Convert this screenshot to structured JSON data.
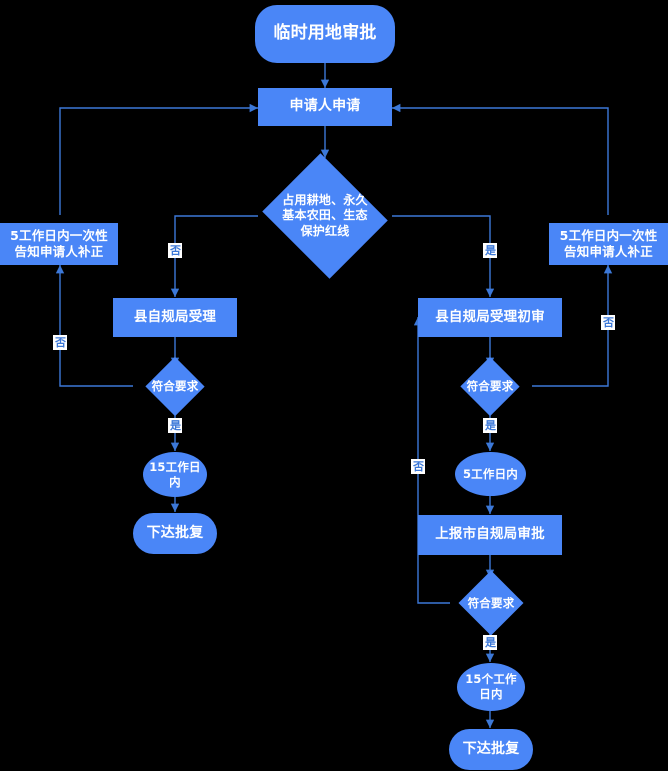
{
  "diagram": {
    "title": "临时用地审批",
    "colors": {
      "background": "#000000",
      "node_fill": "#4a86f7",
      "node_text": "#ffffff",
      "edge_line": "#3c78d8",
      "edge_label_text": "#3c78d8",
      "edge_label_bg": "#ffffff"
    },
    "nodes": [
      {
        "id": "start",
        "shape": "stadium",
        "label": "临时用地审批"
      },
      {
        "id": "apply",
        "shape": "rect",
        "label": "申请人申请"
      },
      {
        "id": "decide_land",
        "shape": "diamond",
        "label": "占用耕地、永久\n基本农田、生态\n保护红线"
      },
      {
        "id": "notify_left",
        "shape": "rect",
        "label": "5工作日内一次性\n告知申请人补正"
      },
      {
        "id": "notify_right",
        "shape": "rect",
        "label": "5工作日内一次性\n告知申请人补正"
      },
      {
        "id": "county_accept",
        "shape": "rect",
        "label": "县自规局受理"
      },
      {
        "id": "county_first",
        "shape": "rect",
        "label": "县自规局受理初审"
      },
      {
        "id": "check_left",
        "shape": "diamond",
        "label": "符合要求"
      },
      {
        "id": "check_right",
        "shape": "diamond",
        "label": "符合要求"
      },
      {
        "id": "days15_left",
        "shape": "ellipse",
        "label": "15工作日\n内"
      },
      {
        "id": "days5_right",
        "shape": "ellipse",
        "label": "5工作日内"
      },
      {
        "id": "reply_left",
        "shape": "stadium",
        "label": "下达批复"
      },
      {
        "id": "city_report",
        "shape": "rect",
        "label": "上报市自规局审批"
      },
      {
        "id": "check_bottom",
        "shape": "diamond",
        "label": "符合要求"
      },
      {
        "id": "days15_right",
        "shape": "ellipse",
        "label": "15个工作\n日内"
      },
      {
        "id": "reply_right",
        "shape": "stadium",
        "label": "下达批复"
      }
    ],
    "edge_labels": {
      "decide_no_left": "否",
      "decide_yes_right": "是",
      "check_left_no": "否",
      "check_left_yes": "是",
      "check_right_no": "否",
      "check_right_yes": "是",
      "check_bottom_no": "否",
      "check_bottom_yes": "是"
    }
  }
}
